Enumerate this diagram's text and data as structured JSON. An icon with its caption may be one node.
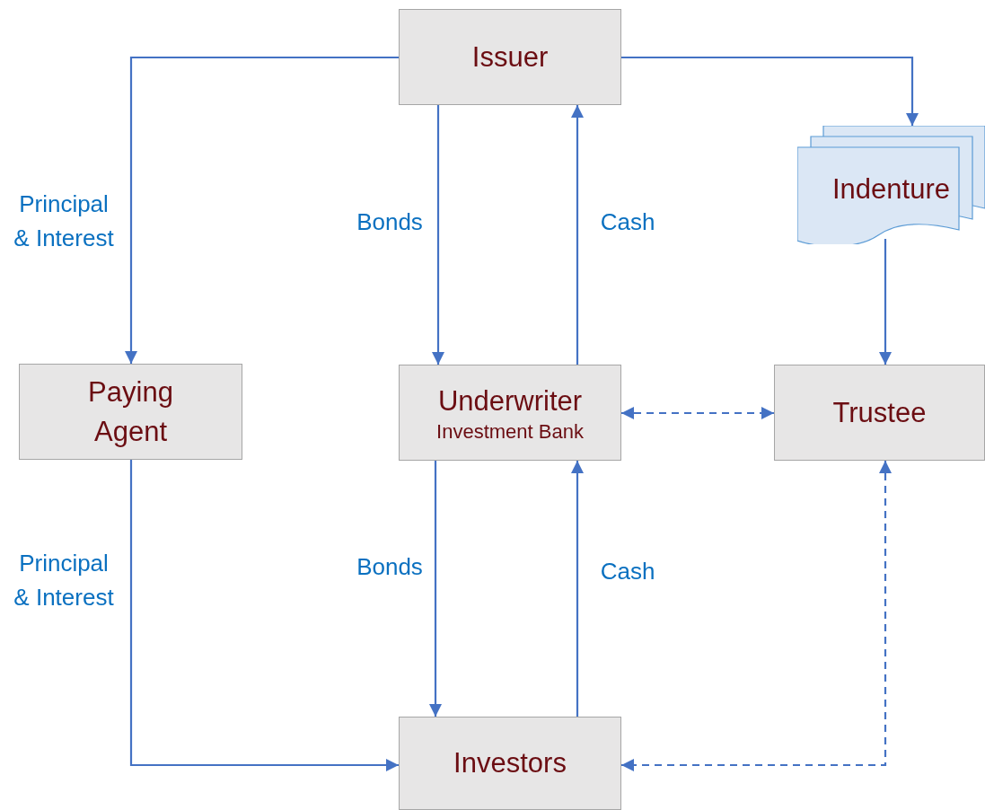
{
  "diagram": {
    "nodes": [
      {
        "text": [
          "Issuer"
        ]
      },
      {
        "text": [
          "Indenture"
        ]
      },
      {
        "text": [
          "Paying Agent"
        ]
      },
      {
        "text": [
          "Underwriter",
          "Investment Bank"
        ]
      },
      {
        "text": [
          "Trustee"
        ]
      },
      {
        "text": [
          "Investors"
        ]
      }
    ],
    "edges": [
      {
        "from": 0,
        "to": 2,
        "arrow": "to",
        "label": "Principal & Interest"
      },
      {
        "from": 0,
        "to": 1,
        "arrow": "to"
      },
      {
        "from": 0,
        "to": 3,
        "arrow": "to",
        "label": "Bonds"
      },
      {
        "from": 3,
        "to": 0,
        "arrow": "to",
        "label": "Cash"
      },
      {
        "from": 1,
        "to": 4,
        "arrow": "to"
      },
      {
        "from": 3,
        "to": 4,
        "arrow": "both",
        "style": "dashed"
      },
      {
        "from": 2,
        "to": 5,
        "arrow": "to",
        "label": "Principal & Interest"
      },
      {
        "from": 3,
        "to": 5,
        "arrow": "to",
        "label": "Bonds"
      },
      {
        "from": 5,
        "to": 3,
        "arrow": "to",
        "label": "Cash"
      },
      {
        "from": 4,
        "to": 5,
        "arrow": "both",
        "style": "dashed"
      }
    ]
  }
}
